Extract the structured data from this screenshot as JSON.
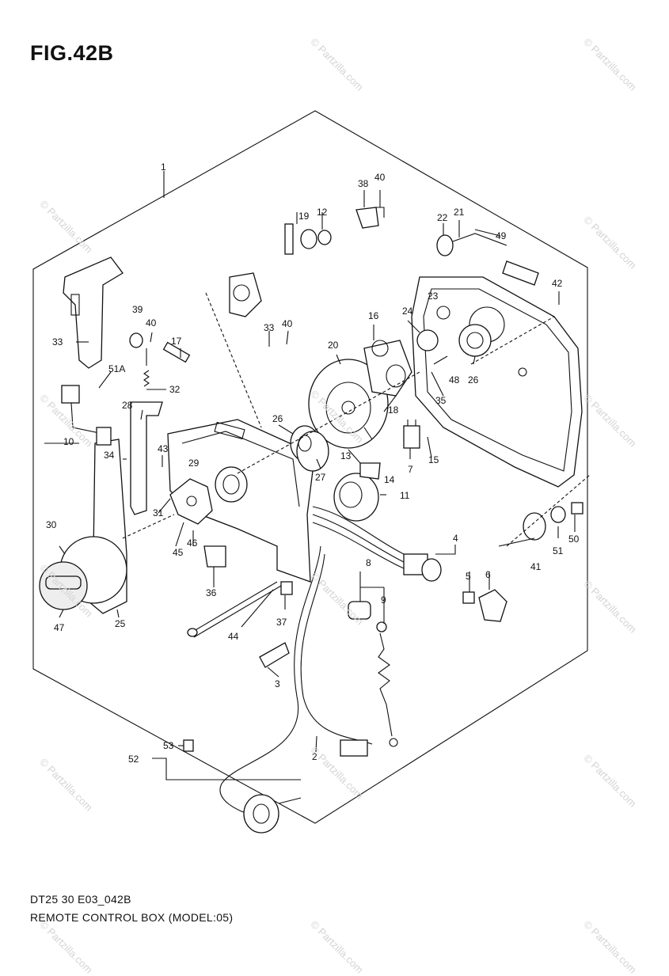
{
  "figure": {
    "title": "FIG.42B",
    "drawing_code": "DT25 30 E03_042B",
    "caption": "REMOTE CONTROL BOX (MODEL:05)"
  },
  "watermark": {
    "text": "© Partzilla.com",
    "count": 16,
    "color": "#d4d4d4"
  },
  "callouts": [
    "1",
    "2",
    "3",
    "4",
    "5",
    "6",
    "7",
    "8",
    "9",
    "10",
    "11",
    "12",
    "13",
    "14",
    "15",
    "16",
    "17",
    "18",
    "19",
    "20",
    "21",
    "22",
    "23",
    "24",
    "25",
    "26",
    "26",
    "27",
    "28",
    "29",
    "30",
    "31",
    "32",
    "33",
    "33",
    "34",
    "35",
    "36",
    "37",
    "38",
    "39",
    "40",
    "40",
    "40",
    "41",
    "42",
    "43",
    "44",
    "45",
    "46",
    "47",
    "48",
    "49",
    "50",
    "51",
    "51A",
    "52",
    "53"
  ]
}
